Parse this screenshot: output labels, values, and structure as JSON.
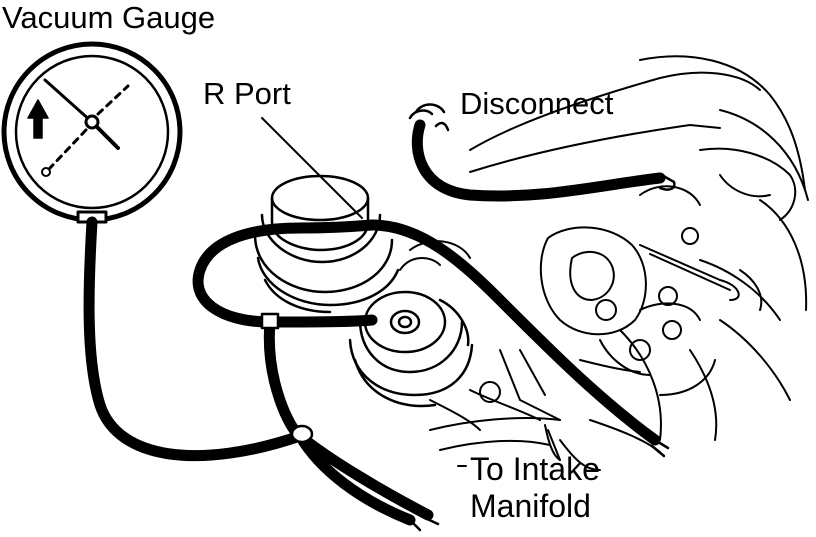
{
  "labels": {
    "vacuum_gauge": "Vacuum Gauge",
    "r_port": "R Port",
    "disconnect": "Disconnect",
    "to_intake_line1": "To Intake",
    "to_intake_line2": "Manifold"
  },
  "colors": {
    "ink": "#000000",
    "paper": "#ffffff"
  }
}
